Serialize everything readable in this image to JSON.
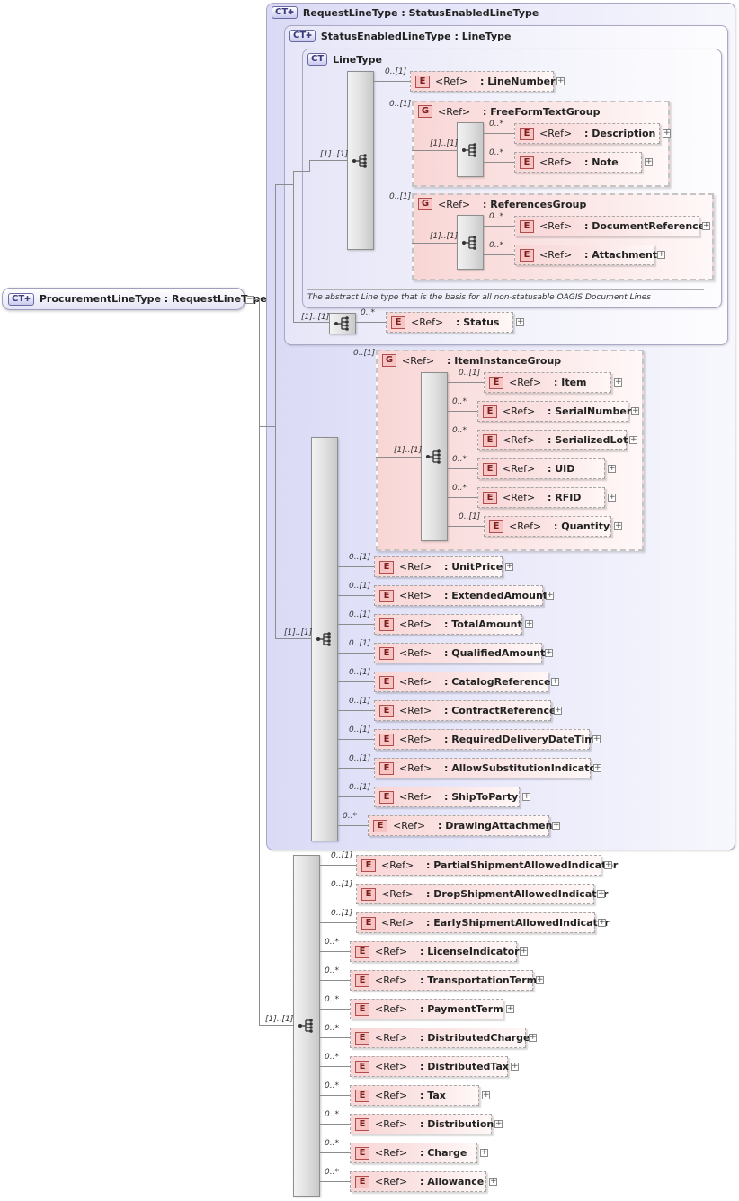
{
  "root": {
    "badge": "CT",
    "label": "ProcurementLineType : RequestLineType"
  },
  "panels": [
    {
      "badge": "CT",
      "label": "RequestLineType : StatusEnabledLineType"
    },
    {
      "badge": "CT",
      "label": "StatusEnabledLineType : LineType"
    },
    {
      "badge": "CT",
      "label": "LineType"
    }
  ],
  "annotation": "The abstract Line type that is the basis for all non-statusable OAGIS Document Lines",
  "element_badge": "E",
  "group_badge": "G",
  "ref_label": "<Ref>",
  "groups": [
    {
      "name": ": FreeFormTextGroup",
      "card": "0..[1]",
      "inner_card": "[1]..[1]"
    },
    {
      "name": ": ReferencesGroup",
      "card": "0..[1]",
      "inner_card": "[1]..[1]"
    },
    {
      "name": ": ItemInstanceGroup",
      "card": "0..[1]",
      "inner_card": "[1]..[1]"
    }
  ],
  "seq_cards": {
    "line_seq": "[1]..[1]",
    "status_seq": "[1]..[1]",
    "request_seq": "[1]..[1]",
    "procurement_seq": "[1]..[1]"
  },
  "elements": [
    {
      "card": "0..[1]",
      "name": ": LineNumber"
    },
    {
      "card": "0..*",
      "name": ": Description"
    },
    {
      "card": "0..*",
      "name": ": Note"
    },
    {
      "card": "0..*",
      "name": ": DocumentReference"
    },
    {
      "card": "0..*",
      "name": ": Attachment"
    },
    {
      "card": "0..*",
      "name": ": Status"
    },
    {
      "card": "0..[1]",
      "name": ": Item"
    },
    {
      "card": "0..*",
      "name": ": SerialNumber"
    },
    {
      "card": "0..*",
      "name": ": SerializedLot"
    },
    {
      "card": "0..*",
      "name": ": UID"
    },
    {
      "card": "0..*",
      "name": ": RFID"
    },
    {
      "card": "0..[1]",
      "name": ": Quantity"
    },
    {
      "card": "0..[1]",
      "name": ": UnitPrice"
    },
    {
      "card": "0..[1]",
      "name": ": ExtendedAmount"
    },
    {
      "card": "0..[1]",
      "name": ": TotalAmount"
    },
    {
      "card": "0..[1]",
      "name": ": QualifiedAmount"
    },
    {
      "card": "0..[1]",
      "name": ": CatalogReference"
    },
    {
      "card": "0..[1]",
      "name": ": ContractReference"
    },
    {
      "card": "0..[1]",
      "name": ": RequiredDeliveryDateTime"
    },
    {
      "card": "0..[1]",
      "name": ": AllowSubstitutionIndicator"
    },
    {
      "card": "0..[1]",
      "name": ": ShipToParty"
    },
    {
      "card": "0..*",
      "name": ": DrawingAttachment"
    },
    {
      "card": "0..[1]",
      "name": ": PartialShipmentAllowedIndicator"
    },
    {
      "card": "0..[1]",
      "name": ": DropShipmentAllowedIndicator"
    },
    {
      "card": "0..[1]",
      "name": ": EarlyShipmentAllowedIndicator"
    },
    {
      "card": "0..*",
      "name": ": LicenseIndicator"
    },
    {
      "card": "0..*",
      "name": ": TransportationTerm"
    },
    {
      "card": "0..*",
      "name": ": PaymentTerm"
    },
    {
      "card": "0..*",
      "name": ": DistributedCharge"
    },
    {
      "card": "0..*",
      "name": ": DistributedTax"
    },
    {
      "card": "0..*",
      "name": ": Tax"
    },
    {
      "card": "0..*",
      "name": ": Distribution"
    },
    {
      "card": "0..*",
      "name": ": Charge"
    },
    {
      "card": "0..*",
      "name": ": Allowance"
    }
  ]
}
